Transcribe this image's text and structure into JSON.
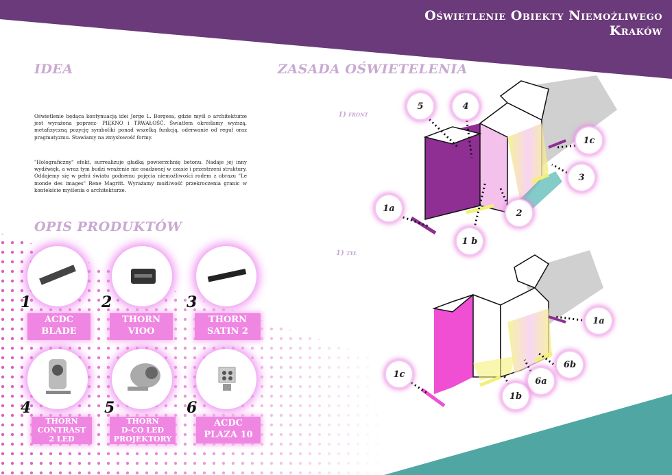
{
  "header": {
    "line1": "Oświetlenie Obiekty Niemożliwego",
    "line2": "Kraków"
  },
  "idea": {
    "title": "IDEA",
    "para1": "Oświetlenie będąca kontynuacją idei Jorge L. Borgesa, gdzie myśl o architekturze jest wyrażona poprzez- PIĘKNO i TRWAŁOŚĆ. Światłem określamy wyższą, metafizyczną pozycję symboliki ponad wszelką funkcją, oderwanie od reguł oraz pragmatyzmu. Stawiamy na zmysłowość formy.",
    "para2": "\"Holograficzny\" efekt, surrealizuje gładką powierzchnię betonu. Nadaje jej inny wydźwięk, a wraz tym budzi wrażenie nie osadzonej w czasie i przestrzeni struktury. Oddajemy się w pełni światu godnemu pojęcia niemożliwości rodem z obrazu \"Le monde des images\" Rene Magritt. Wyrażamy możliwość przekroczenia granic w kontekście myślenia o architekturze."
  },
  "products": {
    "title": "OPIS PRODUKTÓW",
    "items": [
      {
        "num": "1",
        "line1": "ACDC",
        "line2": "BLADE",
        "line3": ""
      },
      {
        "num": "2",
        "line1": "THORN",
        "line2": "VIOO",
        "line3": ""
      },
      {
        "num": "3",
        "line1": "THORN",
        "line2": "SATIN 2",
        "line3": ""
      },
      {
        "num": "4",
        "line1": "THORN",
        "line2": "CONTRAST",
        "line3": "2 LED"
      },
      {
        "num": "5",
        "line1": "THORN",
        "line2": "D-CO LED",
        "line3": "PROJEKTORY"
      },
      {
        "num": "6",
        "line1": "ACDC",
        "line2": "PLAZA 10",
        "line3": ""
      }
    ]
  },
  "principle": {
    "title": "ZASADA OŚWIETELENIA",
    "front_label": "1) front",
    "back_label": "1) tył",
    "front_tags": [
      "5",
      "4",
      "1c",
      "3",
      "2",
      "1a",
      "1 b"
    ],
    "back_tags": [
      "1a",
      "6b",
      "6a",
      "1b",
      "1c"
    ]
  },
  "colors": {
    "purple": "#6b3a7a",
    "pink": "#ef86e2",
    "teal": "#4fa6a2",
    "lilac": "#c9a9d2"
  }
}
